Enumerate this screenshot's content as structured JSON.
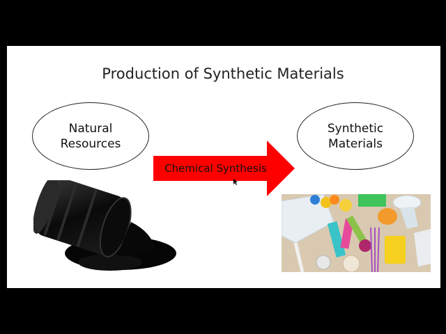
{
  "slide": {
    "title": "Production of Synthetic Materials",
    "left_ellipse": {
      "line1": "Natural",
      "line2": "Resources"
    },
    "right_ellipse": {
      "line1": "Synthetic",
      "line2": "Materials"
    },
    "arrow_label": "Chemical Synthesis",
    "colors": {
      "arrow": "#ff0000",
      "background": "#ffffff",
      "frame": "#000000"
    },
    "images": [
      "oil-barrel-spill-image",
      "plastic-items-image"
    ]
  }
}
